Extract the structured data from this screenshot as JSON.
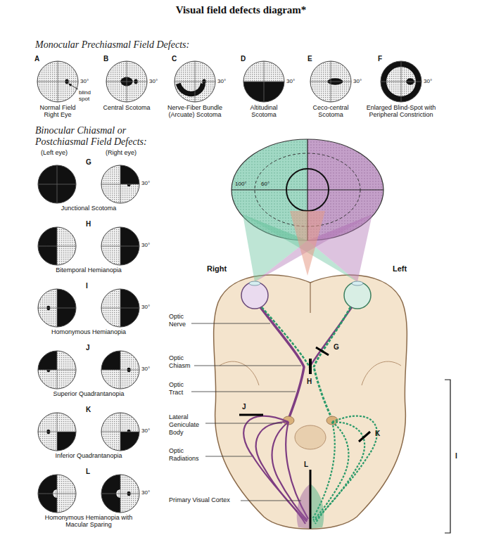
{
  "diagram": {
    "title": "Visual field defects diagram*",
    "nodes": [
      {
        "text": [
          "A",
          "30°",
          "blind spot",
          "Normal Field Right Eye"
        ]
      },
      {
        "text": [
          "B",
          "30°",
          "Central Scotoma"
        ]
      },
      {
        "text": [
          "C",
          "30°",
          "Nerve-Fiber Bundle (Arcuate) Scotoma"
        ]
      },
      {
        "text": [
          "D",
          "30°",
          "Altitudinal Scotoma"
        ]
      },
      {
        "text": [
          "E",
          "30°",
          "Ceco-central Scotoma"
        ]
      },
      {
        "text": [
          "F",
          "30°",
          "Enlarged Blind-Spot with Peripheral Constriction"
        ]
      },
      {
        "text": [
          "G",
          "30°",
          "Junctional Scotoma"
        ]
      },
      {
        "text": [
          "H",
          "30°",
          "Bitemporal Hemianopia"
        ]
      },
      {
        "text": [
          "I",
          "30°",
          "Homonymous Hemianopia"
        ]
      },
      {
        "text": [
          "J",
          "30°",
          "Superior Quadrantanopia"
        ]
      },
      {
        "text": [
          "K",
          "30°",
          "Inferior Quadrantanopia"
        ]
      },
      {
        "text": [
          "L",
          "30°",
          "Homonymous Hemianopia with Macular Sparing"
        ]
      }
    ],
    "labels": [
      "Monocular Prechiasmal Field Defects:",
      "Binocular Chiasmal or Postchiasmal Field Defects:",
      "(Left eye)",
      "(Right eye)",
      "100°",
      "60°",
      "Right",
      "Left",
      "Optic Nerve",
      "Optic Chiasm",
      "Optic Tract",
      "Lateral Geniculate Body",
      "Optic Radiations",
      "Primary Visual Cortex",
      "G",
      "H",
      "J",
      "K",
      "L",
      "I"
    ]
  }
}
